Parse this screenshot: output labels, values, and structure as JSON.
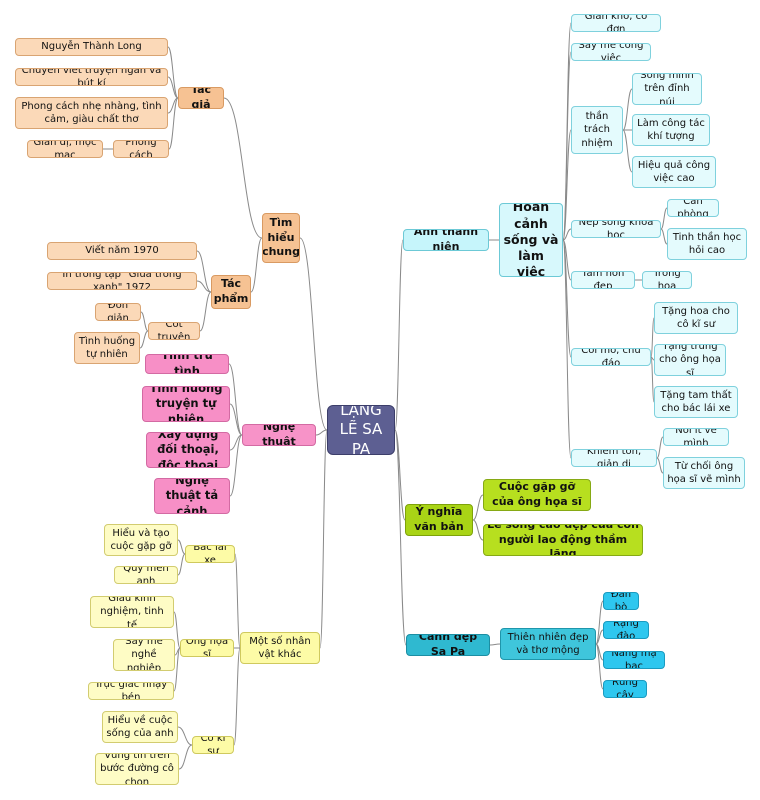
{
  "colors": {
    "root": "#5d5f92",
    "orange": "#f6c293",
    "pink": "#f793c8",
    "yellow": "#fdfba6",
    "cyan": "#c6f5fb",
    "green": "#a9d416",
    "teal": "#2fb9d0",
    "blue": "#2ec7ef",
    "connector": "#8a8a8a"
  },
  "root": "LẶNG LẼ SA PA",
  "tim_hieu_chung": {
    "label": "Tìm hiểu chung",
    "tac_gia": {
      "label": "Tác giả",
      "name": "Nguyễn Thành Long",
      "genre": "Chuyên viết truyện ngắn và bút kí",
      "style_desc": "Phong cách nhẹ nhàng, tình cảm, giàu chất thơ",
      "phong_cach": "Phong cách",
      "simple": "Giản dị, mộc mạc"
    },
    "tac_pham": {
      "label": "Tác phẩm",
      "written": "Viết năm 1970",
      "published": "In trong tập \"Giữa trong xanh\" 1972",
      "cot_truyen": "Cốt truyện",
      "don_gian": "Đơn giản",
      "tinh_huong": "Tình huống tự nhiên"
    }
  },
  "nghe_thuat": {
    "label": "Nghệ thuật",
    "items": [
      "Tính trữ tình",
      "Tình huống truyện tự nhiên",
      "Xây dựng đối thoại, độc thoại",
      "Nghệ thuật tả cảnh"
    ]
  },
  "nhan_vat_khac": {
    "label": "Một số nhân vật khác",
    "bac_lai_xe": {
      "label": "Bác lái xe",
      "items": [
        "Hiểu và tạo cuộc gặp gỡ",
        "Quý mến anh"
      ]
    },
    "ong_hoa_si": {
      "label": "Ông họa sĩ",
      "items": [
        "Giàu kinh nghiệm, tinh tế",
        "Say mê nghề nghiệp",
        "Trực giác nhạy bén"
      ]
    },
    "co_ki_su": {
      "label": "Cô kĩ sư",
      "items": [
        "Hiểu về cuộc sống của anh",
        "Vững tin trên bước đường cô chọn"
      ]
    }
  },
  "anh_thanh_nien": {
    "label": "Anh thanh niên",
    "hoan_canh": "Hoàn cảnh sống và làm việc",
    "gian_kho": "Gian khổ, cô đơn",
    "say_me": "Say mê công việc",
    "trach_nhiem": {
      "label": "Tinh thần trách nhiệm cao",
      "items": [
        "Sống mình trên đỉnh núi",
        "Làm công tác khí tượng",
        "Hiệu quả công việc cao"
      ]
    },
    "khoa_hoc": {
      "label": "Nếp sống khoa học",
      "items": [
        "Căn phòng",
        "Tinh thần học hỏi cao"
      ]
    },
    "tam_hon": {
      "label": "Tâm hồn đẹp",
      "items": [
        "Trồng hoa"
      ]
    },
    "coi_mo": {
      "label": "Cởi mở, chu đáo",
      "items": [
        "Tặng hoa cho cô kĩ sư",
        "Tặng trứng cho ông họa sĩ",
        "Tặng tam thất cho bác lái xe"
      ]
    },
    "khiem_ton": {
      "label": "Khiêm tốn, giản dị",
      "items": [
        "Nói ít về mình",
        "Từ chối ông họa sĩ vẽ mình"
      ]
    }
  },
  "y_nghia": {
    "label": "Ý nghĩa văn bản",
    "items": [
      "Cuộc gặp gỡ của ông họa sĩ",
      "Lẽ sống cao đẹp của con người lao động thầm lặng"
    ]
  },
  "canh_dep": {
    "label": "Cảnh đẹp Sa Pa",
    "thien_nhien": "Thiên nhiên đẹp và thơ mộng",
    "items": [
      "Đàn bò",
      "Rặng đào",
      "Nắng mạ bạc",
      "Rừng cây"
    ]
  }
}
